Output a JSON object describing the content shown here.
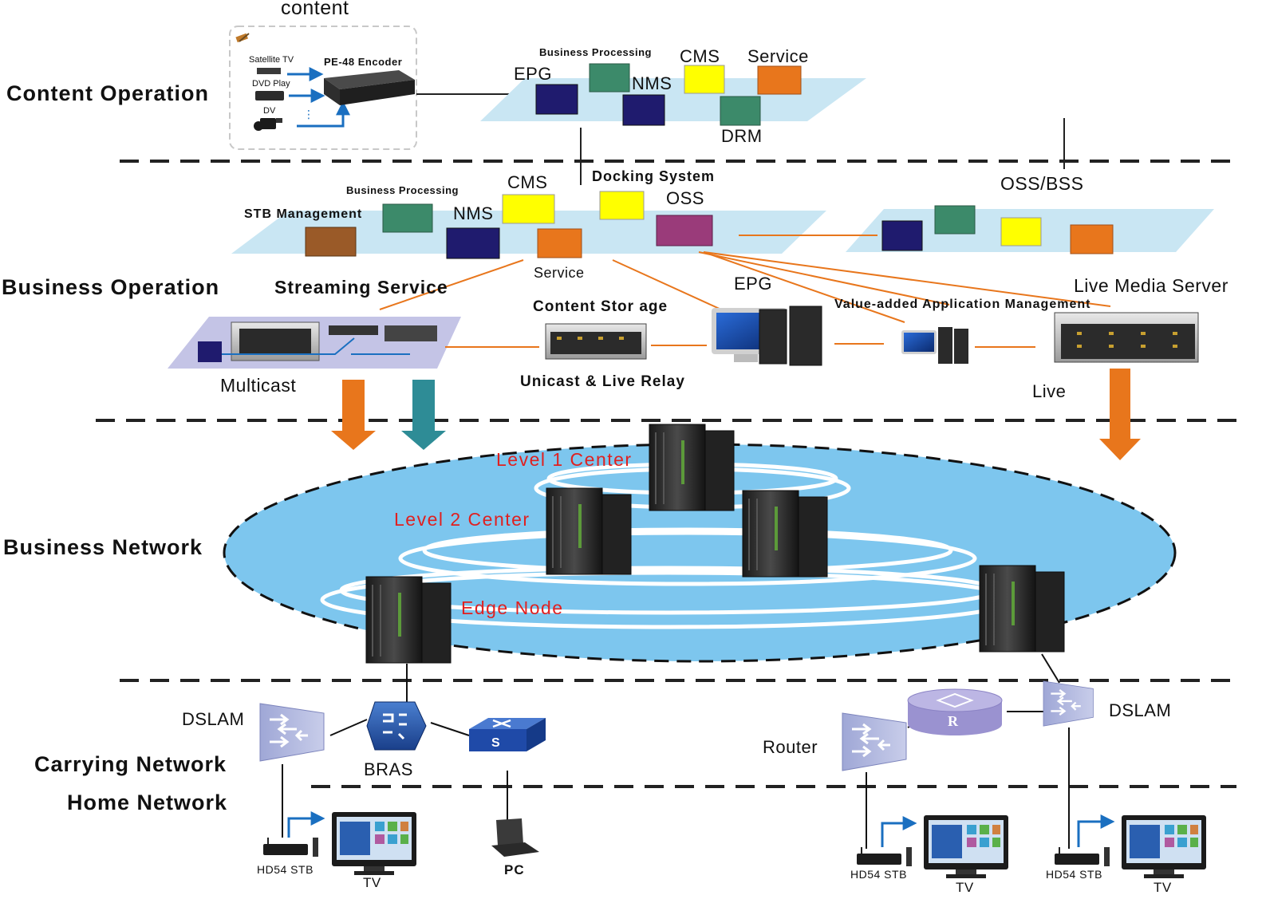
{
  "layers": {
    "content_operation": "Content Operation",
    "business_operation": "Business  Operation",
    "business_network": "Business  Network",
    "carrying_network": "Carrying  Network",
    "home_network": "Home  Network"
  },
  "content_source": {
    "title": "content",
    "satellite": "Satellite TV",
    "dvd": "DVD Play",
    "dv": "DV",
    "dots": "⋮",
    "encoder": "PE-48 Encoder"
  },
  "content_platform": {
    "business_processing": "Business Processing",
    "epg": "EPG",
    "nms": "NMS",
    "cms": "CMS",
    "service": "Service",
    "drm": "DRM"
  },
  "business_platform": {
    "business_processing": "Business Processing",
    "stb_management": "STB Management",
    "cms": "CMS",
    "nms": "NMS",
    "docking_system": "Docking System",
    "oss": "OSS",
    "service": "Service"
  },
  "oss_bss": {
    "label": "OSS/BSS"
  },
  "servers": {
    "streaming_service": "Streaming  Service",
    "multicast": "Multicast",
    "content_storage": "Content  Stor age",
    "unicast_relay": "Unicast  &  Live  Relay",
    "epg": "EPG",
    "value_added": "Value-added Application Management",
    "live_media_server": "Live Media Server",
    "live": "Live"
  },
  "business_network": {
    "level1": "Level  1  Center",
    "level2": "Level  2  Center",
    "edge": "Edge  Node"
  },
  "carrying": {
    "dslam_left": "DSLAM",
    "bras": "BRAS",
    "router": "Router",
    "dslam_right": "DSLAM",
    "switch_letter": "S",
    "router_letter": "R"
  },
  "home": {
    "stb1": "HD54  STB",
    "tv1": "TV",
    "pc": "PC",
    "stb2": "HD54  STB",
    "tv2": "TV",
    "stb3": "HD54  STB",
    "tv3": "TV"
  },
  "colors": {
    "navy": "#1f1b6e",
    "green": "#3c8a6a",
    "yellow": "#ffff00",
    "orange": "#e8761c",
    "purple": "#9a3b7a",
    "brown": "#9a5a28",
    "plane": "#c9e6f3",
    "ellipse": "#7dc6ee",
    "arrow_orange": "#e8761c",
    "arrow_teal": "#2e8c96",
    "red_text": "#e02020"
  }
}
